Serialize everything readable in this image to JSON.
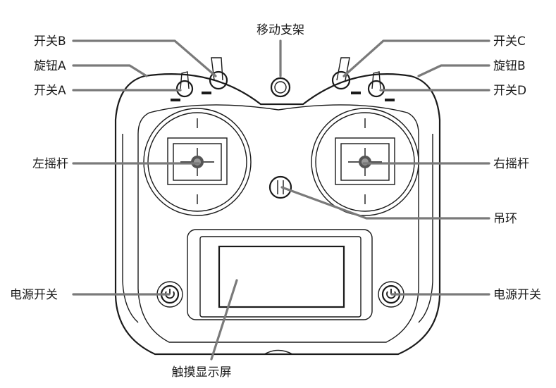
{
  "labels": {
    "switch_b": "开关B",
    "knob_a": "旋钮A",
    "switch_a": "开关A",
    "mobile_stand": "移动支架",
    "switch_c": "开关C",
    "knob_b": "旋钮B",
    "switch_d": "开关D",
    "left_stick": "左摇杆",
    "right_stick": "右摇杆",
    "lanyard_ring": "吊环",
    "power_left": "电源开关",
    "power_right": "电源开关",
    "touch_screen": "触摸显示屏"
  },
  "colors": {
    "outline": "#1a1a1a",
    "leader_line": "#7a7a7a",
    "background": "#ffffff"
  },
  "icons": {
    "power": "power-icon"
  }
}
